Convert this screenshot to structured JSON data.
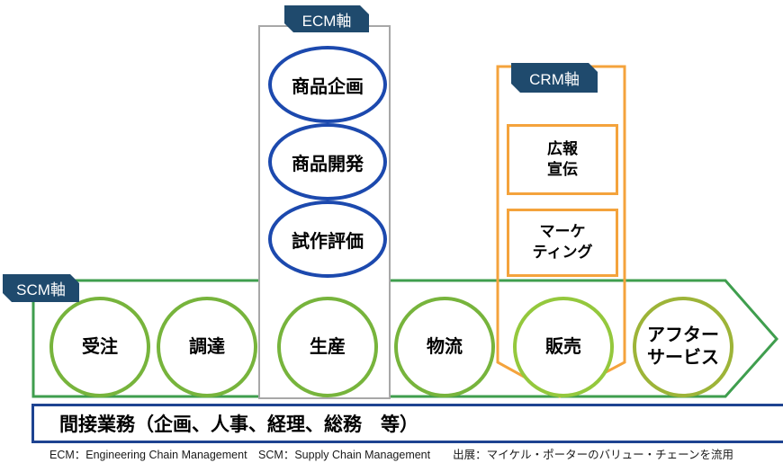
{
  "diagram": {
    "ecm": {
      "label": "ECM軸",
      "ellipses": [
        "商品企画",
        "商品開発",
        "試作評価"
      ]
    },
    "crm": {
      "label": "CRM軸",
      "box1_line1": "広報",
      "box1_line2": "宣伝",
      "box2_line1": "マーケ",
      "box2_line2": "ティング"
    },
    "scm": {
      "label": "SCM軸",
      "circles": [
        "受注",
        "調達",
        "生産",
        "物流",
        "販売"
      ],
      "after_line1": "アフター",
      "after_line2": "サービス"
    },
    "indirect_label": "間接業務（企画、人事、経理、総務　等）",
    "footnote": "ECM：Engineering Chain Management　SCM：Supply Chain Management　　出展：マイケル・ポーターのバリュー・チェーンを流用"
  },
  "colors": {
    "navy": "#1F4A6D",
    "blue": "#1C49AE",
    "green": "#3F9E4E",
    "circle_green": "#77B43C",
    "sales_green": "#94C83D",
    "after_green": "#9DB438",
    "orange": "#F4A33C",
    "gray": "#A8A8A8",
    "box_border": "#1E4391"
  }
}
